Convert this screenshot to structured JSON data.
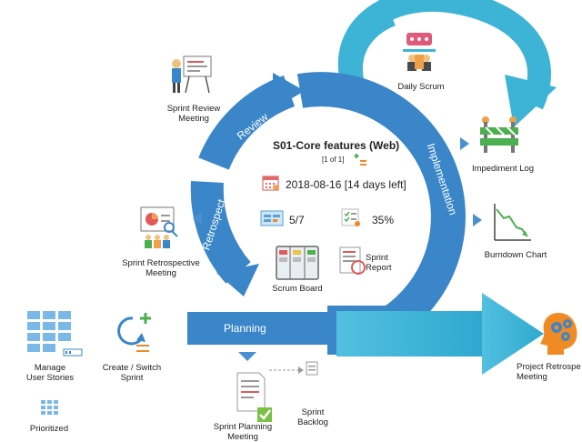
{
  "sprint": {
    "title": "S01-Core features (Web)",
    "counter": "[1 of 1]",
    "date_info": "2018-08-16 [14 days left]",
    "stories_done": "5/7",
    "progress": "35%",
    "progress_value": 0.35,
    "scrum_board": "Scrum Board",
    "sprint_report": "Sprint\nReport"
  },
  "cycle_labels": {
    "review": "Review",
    "retrospect": "Retrospect",
    "implementation": "Implementation",
    "planning": "Planning"
  },
  "outer": {
    "daily_scrum": "Daily Scrum",
    "impediment_log": "Impediment Log",
    "burndown_chart": "Burndown Chart",
    "sprint_review_meeting": "Sprint Review\nMeeting",
    "sprint_retrospective_meeting": "Sprint Retrospective\nMeeting",
    "manage_user_stories": "Manage\nUser Stories",
    "create_switch_sprint": "Create / Switch\nSprint",
    "prioritized": "Prioritized",
    "sprint_planning_meeting": "Sprint Planning\nMeeting",
    "sprint_backlog": "Sprint\nBacklog",
    "project_retrospective": "Project Retrospe\nMeeting"
  },
  "colors": {
    "cycle_blue": "#3a86c8",
    "daily_cyan": "#3db3d6",
    "project_arrow": "#3fb2d6",
    "green": "#4caf50",
    "orange": "#f08a24"
  }
}
